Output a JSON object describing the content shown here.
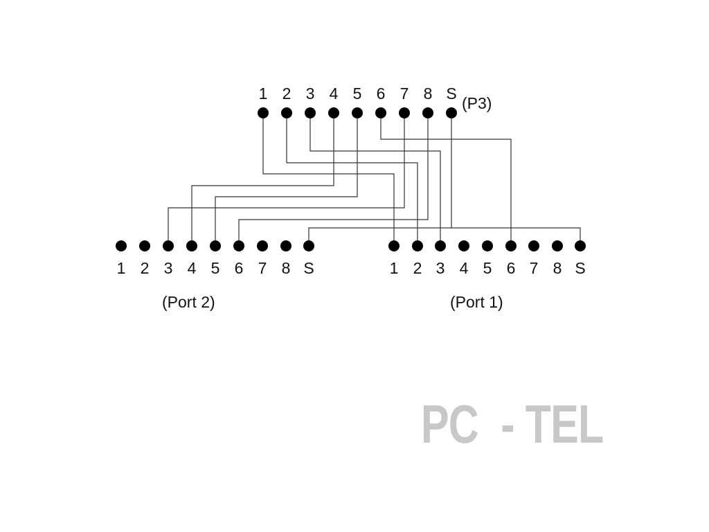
{
  "p3": {
    "label": "(P3)",
    "pins": [
      "1",
      "2",
      "3",
      "4",
      "5",
      "6",
      "7",
      "8",
      "S"
    ]
  },
  "port2": {
    "label": "(Port 2)",
    "pins": [
      "1",
      "2",
      "3",
      "4",
      "5",
      "6",
      "7",
      "8",
      "S"
    ]
  },
  "port1": {
    "label": "(Port 1)",
    "pins": [
      "1",
      "2",
      "3",
      "4",
      "5",
      "6",
      "7",
      "8",
      "S"
    ]
  },
  "connections": [
    {
      "from": "P3.1",
      "to": "Port1.1"
    },
    {
      "from": "P3.2",
      "to": "Port1.2"
    },
    {
      "from": "P3.3",
      "to": "Port1.3"
    },
    {
      "from": "P3.4",
      "to": "Port2.4"
    },
    {
      "from": "P3.5",
      "to": "Port2.5"
    },
    {
      "from": "P3.6",
      "to": "Port1.6"
    },
    {
      "from": "P3.7",
      "to": "Port2.3"
    },
    {
      "from": "P3.8",
      "to": "Port2.6"
    },
    {
      "from": "P3.S",
      "to": "Port1.S"
    },
    {
      "from": "Port1.S",
      "to": "Port2.S"
    }
  ],
  "brand": {
    "text": "PC  - TEL",
    "color": "#c8c8c8"
  },
  "colors": {
    "pin": "#000000",
    "wire": "#333333"
  }
}
